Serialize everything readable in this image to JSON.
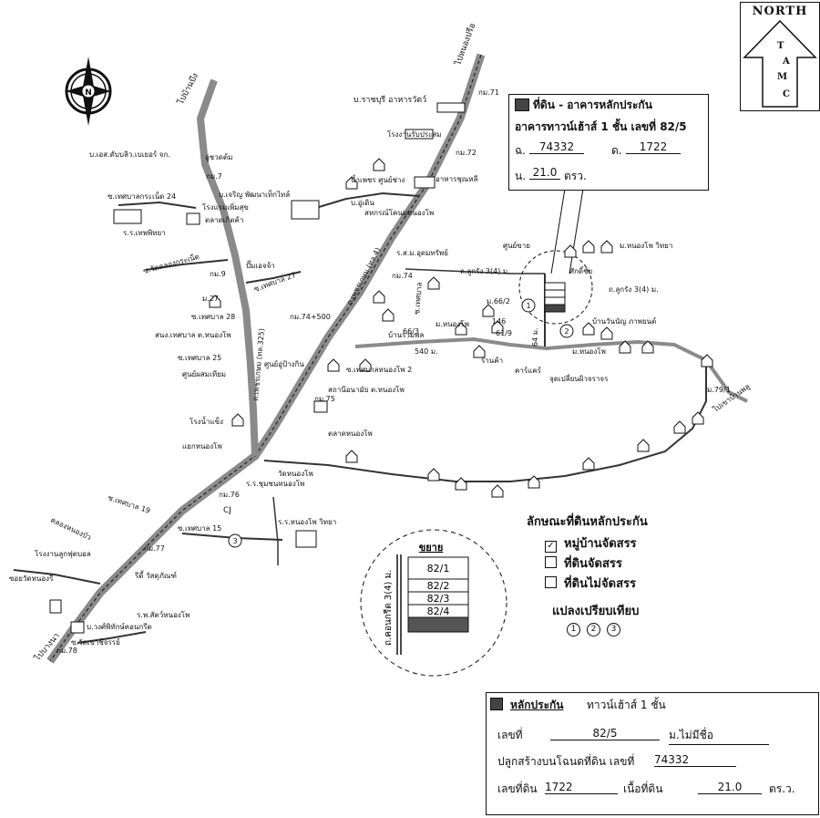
{
  "north_box": {
    "title": "NORTH",
    "letters": [
      "T",
      "A",
      "M",
      "C"
    ]
  },
  "compass": {
    "label": "N"
  },
  "callout": {
    "title": "ที่ดิน - อาคารหลักประกัน",
    "subtitle": "อาคารทาวน์เฮ้าส์ 1 ชั้น เลขที่ 82/5",
    "chanot_label": "ฉ.",
    "chanot_value": "74332",
    "parcel_label": "ด.",
    "parcel_value": "1722",
    "area_label": "น.",
    "area_value": "21.0",
    "area_unit": "ตรว."
  },
  "map_labels": {
    "road_top": "ไปหนองปรือ",
    "road_topleft": "ไปบ้านบึง",
    "road_bottomleft": "ไปบางนา",
    "road_east": "ไปเขาบ้านพลู",
    "ratchaburi": "บ.ราชบุรี อาหารวัตว์",
    "km71": "กม.71",
    "km72": "กม.72",
    "km7": "กม.7",
    "km9": "กม.9",
    "km27": "ม.27",
    "km74": "กม.74",
    "km74_500": "กม.74+500",
    "km75": "กม.75",
    "km76": "กม.76",
    "km77": "กม.77",
    "km78": "กม.78",
    "km79_1": "ม.79/1",
    "srb": "บ.เอส.ดับบลิว.เบเยอร์ จก.",
    "uthong": "อู่ชวดต้ม",
    "nong_pruk": "โรงงานรับประสม",
    "nampet": "น้ำเพชร ศูนย์ช่าง",
    "aharn": "อาหารชุณหลี",
    "jareon": "บ.เจริญ พัฒนาเท็กไทล์",
    "rongrang": "โรงแรมเพิ่มสุข",
    "kerd": "ตลาดเกิดค้า",
    "wat_nongpho": "ศูนย์อู่ป้างกิน",
    "sahakorn": "สหกรณ์โคนมหนองโพ",
    "soi24": "ซ.เทศบาลกระเน็ด 24",
    "school_nong": "ร.ร.เทพพิทยา",
    "soi_wat": "ซ.วัดคลองกระเน็ด",
    "pump": "ปั๊มเอจจ้า",
    "soi27": "ซ.เทศบาล 27",
    "soi28": "ซ.เทศบาล 28",
    "soi25": "ซ.เทศบาล 25",
    "snong": "สนง.เทศบาล ต.หนองโพ",
    "sun_sai": "ศูนย์ผสมเทียม",
    "rong_nam": "โรงน้ำแข็ง",
    "petch": "ถ.เพชรเกษม (ทล.4)",
    "petch2": "ถ.เพชรเกษม (ทล.325)",
    "soi_tessaban2": "ซ.เทศบาลหนองโพ 2",
    "wat_nongpho2": "วัดหนองโพ",
    "sathani": "สถานีอนามัย ต.หนองโพ",
    "talat": "ตลาดหนองโพ",
    "yaek": "แยกหนองโพ",
    "school_chumchon": "ร.ร.ชุมชนหนองโพ",
    "soi19": "ซ.เทศบาล 19",
    "soi15": "ซ.เทศบาล 15",
    "cj": "CJ",
    "school_vittaya": "ร.ร.หนองโพ วิทยา",
    "rong_luke": "โรงงานลูกฟุตบอล",
    "rd_wat": "รีดี้ วัสดุภัณฑ์",
    "klong": "คลองหนองบัว",
    "soi_klong": "ซอยวัดหนองรี",
    "rongpho": "ร.พ.สัตว์หนองโพ",
    "company": "บ.วงศ์พิทักษ์คอนกรีต",
    "soi_wat2": "ซ.วัดเขาชีจรรย์",
    "ti_yai": "ถ.ลูกรัง 3(4) ม.",
    "ti_yai2": "ถ.ลูกรัง 3(4) ม.",
    "sun_yai": "ศูนย์ขาย",
    "ban_ruam": "บ้านรวมพล",
    "ban_wan": "ม.หนองโพ",
    "m_nongpho": "ม.หนองโพ",
    "ban_pon": "บ้านวันนัญ ภาพยนต์",
    "m_nong_wittaya": "ม.หนองโพ วิทยา",
    "supachai": "ศักดิ์ชัย",
    "klong_sai": "คาร์แคร์",
    "jud": "จุดเปลี่ยนผิวจราจร",
    "raan": "ร้านค้า",
    "dist_540": "540 ม.",
    "dist_64": "64 ม.",
    "m_66_2": "ม.66/2",
    "m_146": "146",
    "m_61_9": "61/9",
    "m_66_3": "66/3",
    "soi_tessaban": "ซ.เทศบาล",
    "jk_ahan": "ร.ส.ม.อุดมทรัพย์",
    "m_27": "ม.27",
    "bu_dern": "บ.อู่เดิน",
    "plan1": "1",
    "plan2": "2",
    "plan3": "3"
  },
  "inset": {
    "title": "ขยาย",
    "road": "ถ.คอนกรีต 3(4) ม.",
    "lots": [
      "82/1",
      "82/2",
      "82/3",
      "82/4"
    ]
  },
  "legend": {
    "title": "ลักษณะที่ดินหลักประกัน",
    "items": [
      "หมู่บ้านจัดสรร",
      "ที่ดินจัดสรร",
      "ที่ดินไม่จัดสรร"
    ],
    "checked_index": 0,
    "compare_title": "แปลงเปรียบเทียบ",
    "compare_items": [
      "1",
      "2",
      "3"
    ]
  },
  "info": {
    "heading": "หลักประกัน",
    "type": "ทาวน์เฮ้าส์ 1 ชั้น",
    "no_label": "เลขที่",
    "no_value": "82/5",
    "village": "ม.ไม่มีชื่อ",
    "built_label": "ปลูกสร้างบนโฉนดที่ดิน เลขที่",
    "built_value": "74332",
    "land_label": "เลขที่ดิน",
    "land_value": "1722",
    "area_label": "เนื้อที่ดิน",
    "area_value": "21.0",
    "area_unit": "ตร.ว."
  },
  "colors": {
    "road": "#8c8c8c",
    "ink": "#111111",
    "collateral": "#444444"
  }
}
